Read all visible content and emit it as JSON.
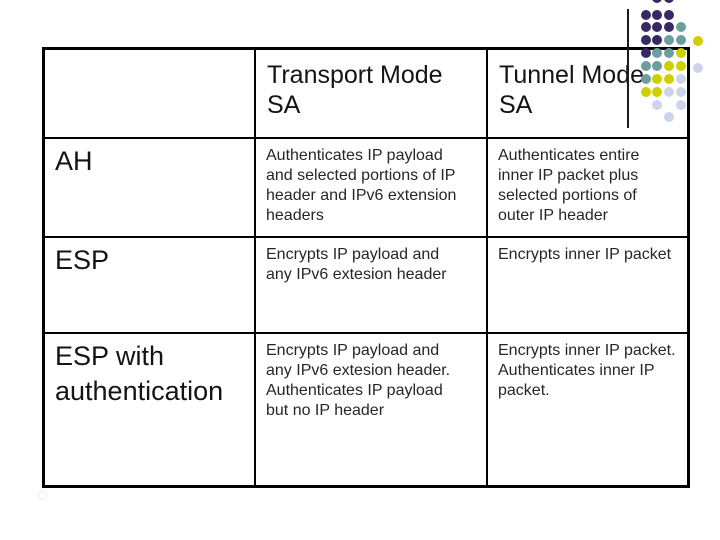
{
  "table": {
    "header": {
      "corner": "",
      "transport_mode": "Transport Mode\nSA",
      "tunnel_mode": "Tunnel Mode\nSA"
    },
    "rows": [
      {
        "label": "AH",
        "transport": "Authenticates IP payload\nand selected portions of IP\nheader and IPv6 extension\nheaders",
        "tunnel": "Authenticates entire\ninner IP packet plus\nselected portions of\nouter IP header"
      },
      {
        "label": "ESP",
        "transport": "Encrypts IP payload and\nany IPv6 extesion header",
        "tunnel": "Encrypts inner IP packet"
      },
      {
        "label": "ESP with\nauthentication",
        "transport": "Encrypts IP payload and\nany IPv6 extesion header.\nAuthenticates IP payload\nbut no IP header",
        "tunnel": "Encrypts inner IP packet.\nAuthenticates inner IP\npacket."
      }
    ]
  },
  "decoration": {
    "colors": {
      "purple": "#372a64",
      "teal": "#6d9e9e",
      "yellow": "#cfcf00",
      "lavender": "#cdd3ea"
    },
    "dots": [
      [
        657,
        -2,
        "purple"
      ],
      [
        669,
        -2,
        "purple"
      ],
      [
        646,
        15,
        "purple"
      ],
      [
        657,
        15,
        "purple"
      ],
      [
        669,
        15,
        "purple"
      ],
      [
        646,
        27,
        "purple"
      ],
      [
        657,
        27,
        "purple"
      ],
      [
        669,
        27,
        "purple"
      ],
      [
        681,
        27,
        "teal"
      ],
      [
        646,
        40,
        "purple"
      ],
      [
        657,
        40,
        "purple"
      ],
      [
        669,
        40,
        "teal"
      ],
      [
        681,
        40,
        "teal"
      ],
      [
        698,
        41,
        "yellow"
      ],
      [
        646,
        53,
        "purple"
      ],
      [
        657,
        53,
        "teal"
      ],
      [
        669,
        53,
        "teal"
      ],
      [
        681,
        53,
        "yellow"
      ],
      [
        646,
        66,
        "teal"
      ],
      [
        657,
        66,
        "teal"
      ],
      [
        669,
        66,
        "yellow"
      ],
      [
        681,
        66,
        "yellow"
      ],
      [
        698,
        68,
        "lavender"
      ],
      [
        646,
        79,
        "teal"
      ],
      [
        657,
        79,
        "yellow"
      ],
      [
        669,
        79,
        "yellow"
      ],
      [
        681,
        79,
        "lavender"
      ],
      [
        646,
        92,
        "yellow"
      ],
      [
        657,
        92,
        "yellow"
      ],
      [
        669,
        92,
        "lavender"
      ],
      [
        681,
        92,
        "lavender"
      ],
      [
        657,
        105,
        "lavender"
      ],
      [
        681,
        105,
        "lavender"
      ],
      [
        669,
        117,
        "lavender"
      ]
    ]
  }
}
